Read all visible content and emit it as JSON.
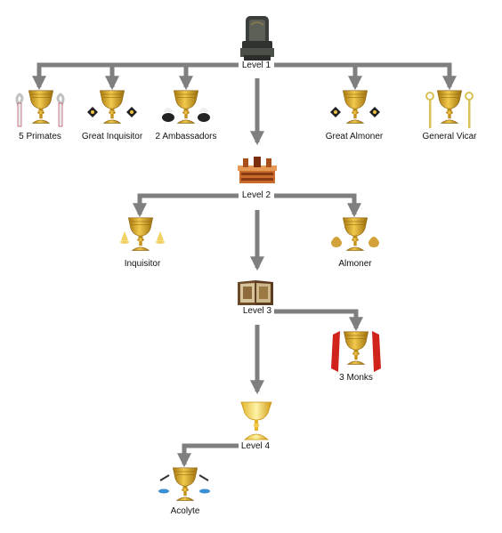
{
  "levels": [
    {
      "label": "Level 1",
      "icon": "throne-icon"
    },
    {
      "label": "Level 2",
      "icon": "altar-icon"
    },
    {
      "label": "Level 3",
      "icon": "open-book-icon"
    },
    {
      "label": "Level 4",
      "icon": "gold-chalice-icon"
    }
  ],
  "members": {
    "primates": {
      "label": "5 Primates",
      "icon": "chalice-with-croziers-icon"
    },
    "great_inquisitor": {
      "label": "Great Inquisitor",
      "icon": "chalice-with-crosses-icon"
    },
    "ambassadors": {
      "label": "2 Ambassadors",
      "icon": "chalice-with-mitres-icon"
    },
    "great_almoner": {
      "label": "Great Almoner",
      "icon": "chalice-with-crosses-icon"
    },
    "general_vicar": {
      "label": "General Vicar",
      "icon": "chalice-with-staffs-icon"
    },
    "inquisitor": {
      "label": "Inquisitor",
      "icon": "chalice-with-bells-icon"
    },
    "almoner": {
      "label": "Almoner",
      "icon": "chalice-with-purses-icon"
    },
    "monks": {
      "label": "3 Monks",
      "icon": "chalice-with-banners-icon"
    },
    "acolyte": {
      "label": "Acolyte",
      "icon": "chalice-with-scales-icon"
    }
  },
  "colors": {
    "connector": "#7f7f7f",
    "gold": "#d9a51f",
    "gold_dark": "#9c6f0c",
    "text": "#111111"
  }
}
